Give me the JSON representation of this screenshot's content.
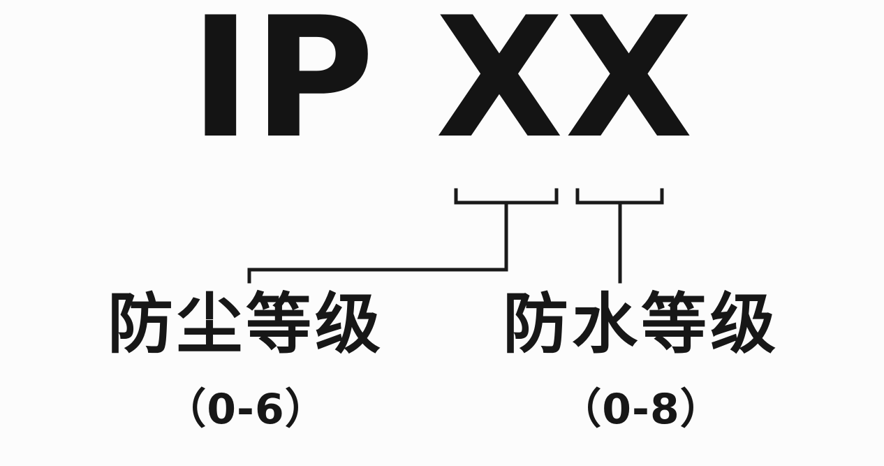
{
  "diagram": {
    "title": "IP XX",
    "labels": [
      {
        "name": "防尘等级",
        "range": "（0-6）"
      },
      {
        "name": "防水等级",
        "range": "（0-8）"
      }
    ]
  }
}
